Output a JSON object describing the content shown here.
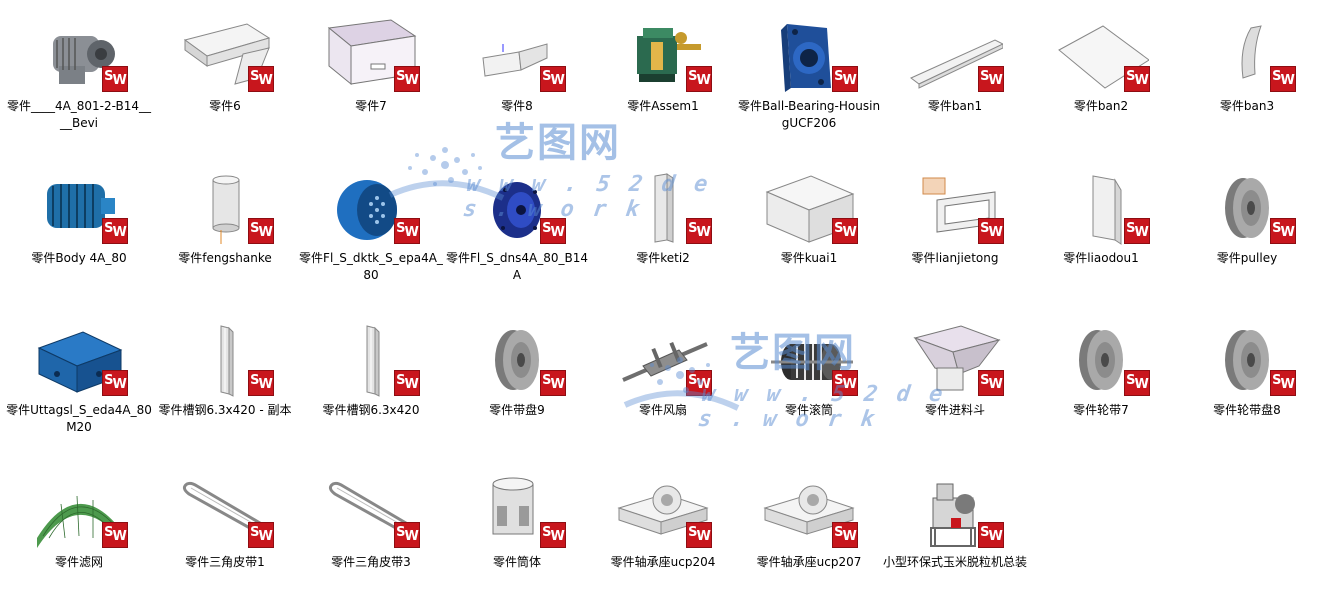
{
  "watermark": {
    "cn": "艺图网",
    "url": "w w w . 5 2 d e s . w o r k"
  },
  "badge": {
    "s": "S",
    "w": "W"
  },
  "files": [
    {
      "label": "零件____4A_801-2-B14____Bevi",
      "icon": "motor-icon",
      "type": "part"
    },
    {
      "label": "零件6",
      "icon": "tray-icon",
      "type": "part"
    },
    {
      "label": "零件7",
      "icon": "box-icon",
      "type": "part"
    },
    {
      "label": "零件8",
      "icon": "bracket-icon",
      "type": "part"
    },
    {
      "label": "零件Assem1",
      "icon": "assembly-icon",
      "type": "assembly"
    },
    {
      "label": "零件Ball-Bearing-HousingUCF206",
      "icon": "bearing-housing-icon",
      "type": "part"
    },
    {
      "label": "零件ban1",
      "icon": "plate-icon",
      "type": "part"
    },
    {
      "label": "零件ban2",
      "icon": "sheet-icon",
      "type": "part"
    },
    {
      "label": "零件ban3",
      "icon": "curved-sheet-icon",
      "type": "part"
    },
    {
      "label": "零件Body 4A_80",
      "icon": "motor-body-icon",
      "type": "part"
    },
    {
      "label": "零件fengshanke",
      "icon": "cylinder-icon",
      "type": "part"
    },
    {
      "label": "零件Fl_S_dktk_S_epa4A_80",
      "icon": "fan-cover-icon",
      "type": "part"
    },
    {
      "label": "零件Fl_S_dns4A_80_B14A",
      "icon": "flange-icon",
      "type": "part"
    },
    {
      "label": "零件keti2",
      "icon": "column-icon",
      "type": "part"
    },
    {
      "label": "零件kuai1",
      "icon": "block-icon",
      "type": "part"
    },
    {
      "label": "零件lianjietong",
      "icon": "duct-icon",
      "type": "part"
    },
    {
      "label": "零件liaodou1",
      "icon": "bent-sheet-icon",
      "type": "part"
    },
    {
      "label": "零件pulley",
      "icon": "pulley-icon",
      "type": "part"
    },
    {
      "label": "零件Uttagsl_S_eda4A_80 M20",
      "icon": "junction-box-icon",
      "type": "part"
    },
    {
      "label": "零件槽钢6.3x420 - 副本",
      "icon": "channel-icon",
      "type": "part"
    },
    {
      "label": "零件槽钢6.3x420",
      "icon": "channel-icon",
      "type": "part"
    },
    {
      "label": "零件带盘9",
      "icon": "pulley-icon",
      "type": "part"
    },
    {
      "label": "零件风扇",
      "icon": "fan-shaft-icon",
      "type": "part"
    },
    {
      "label": "零件滚筒",
      "icon": "drum-icon",
      "type": "part"
    },
    {
      "label": "零件进料斗",
      "icon": "hopper-icon",
      "type": "part"
    },
    {
      "label": "零件轮带7",
      "icon": "pulley-icon",
      "type": "part"
    },
    {
      "label": "零件轮带盘8",
      "icon": "pulley-icon",
      "type": "part"
    },
    {
      "label": "零件滤网",
      "icon": "mesh-icon",
      "type": "part"
    },
    {
      "label": "零件三角皮带1",
      "icon": "belt-icon",
      "type": "part"
    },
    {
      "label": "零件三角皮带3",
      "icon": "belt-icon",
      "type": "part"
    },
    {
      "label": "零件筒体",
      "icon": "tube-body-icon",
      "type": "part"
    },
    {
      "label": "零件轴承座ucp204",
      "icon": "pillow-block-icon",
      "type": "part"
    },
    {
      "label": "零件轴承座ucp207",
      "icon": "pillow-block-icon",
      "type": "part"
    },
    {
      "label": "小型环保式玉米脱粒机总装",
      "icon": "machine-assembly-icon",
      "type": "assembly"
    }
  ]
}
